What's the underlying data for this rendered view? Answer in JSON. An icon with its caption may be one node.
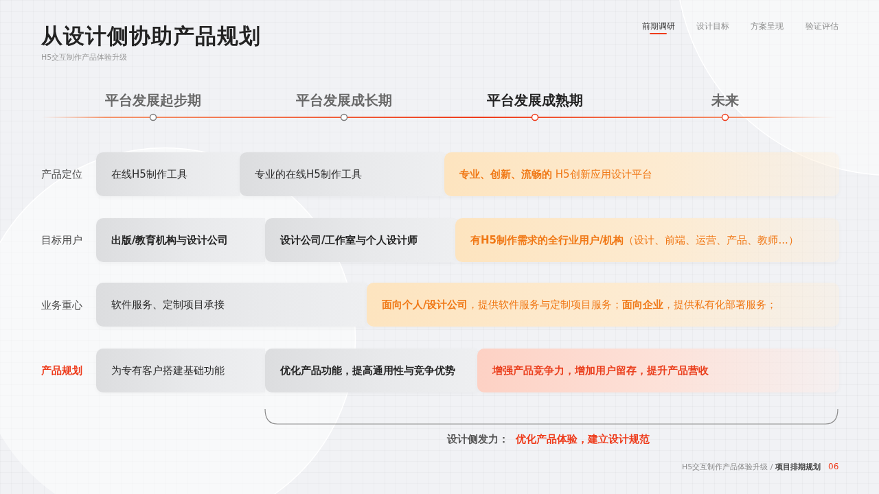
{
  "diagram": {
    "title": "从设计侧协助产品规划",
    "nodes": [
      {
        "text": [
          "在线H5制作工具"
        ]
      },
      {
        "text": [
          "专业的在线H5制作工具"
        ]
      },
      {
        "text": [
          "**专业、创新、流畅的** H5创新应用设计平台"
        ]
      },
      {
        "text": [
          "出版/教育机构与设计公司"
        ]
      },
      {
        "text": [
          "设计公司/工作室与个人设计师"
        ]
      },
      {
        "text": [
          "**有H5制作需求的全行业用户/机构**（设计、前端、运营、产品、教师...）"
        ]
      },
      {
        "text": [
          "软件服务、定制项目承接"
        ]
      },
      {
        "text": [
          "**面向个人/设计公司**，提供软件服务与定制项目服务；**面向企业**，提供私有化部署服务；"
        ]
      },
      {
        "text": [
          "为专有客户搭建基础功能"
        ]
      },
      {
        "text": [
          "优化产品功能，提高通用性与竞争优势"
        ]
      },
      {
        "text": [
          "增强产品竞争力，增加用户留存，提升产品营收"
        ]
      }
    ],
    "labels": [
      "H5交互制作产品体验升级",
      "前期调研",
      "设计目标",
      "方案呈现",
      "验证评估",
      "平台发展起步期",
      "平台发展成长期",
      "平台发展成熟期",
      "未来",
      "产品定位",
      "目标用户",
      "业务重心",
      "产品规划",
      "设计侧发力：",
      "优化产品体验，建立设计规范",
      "H5交互制作产品体验升级 / **项目排期规划**",
      "06"
    ]
  }
}
